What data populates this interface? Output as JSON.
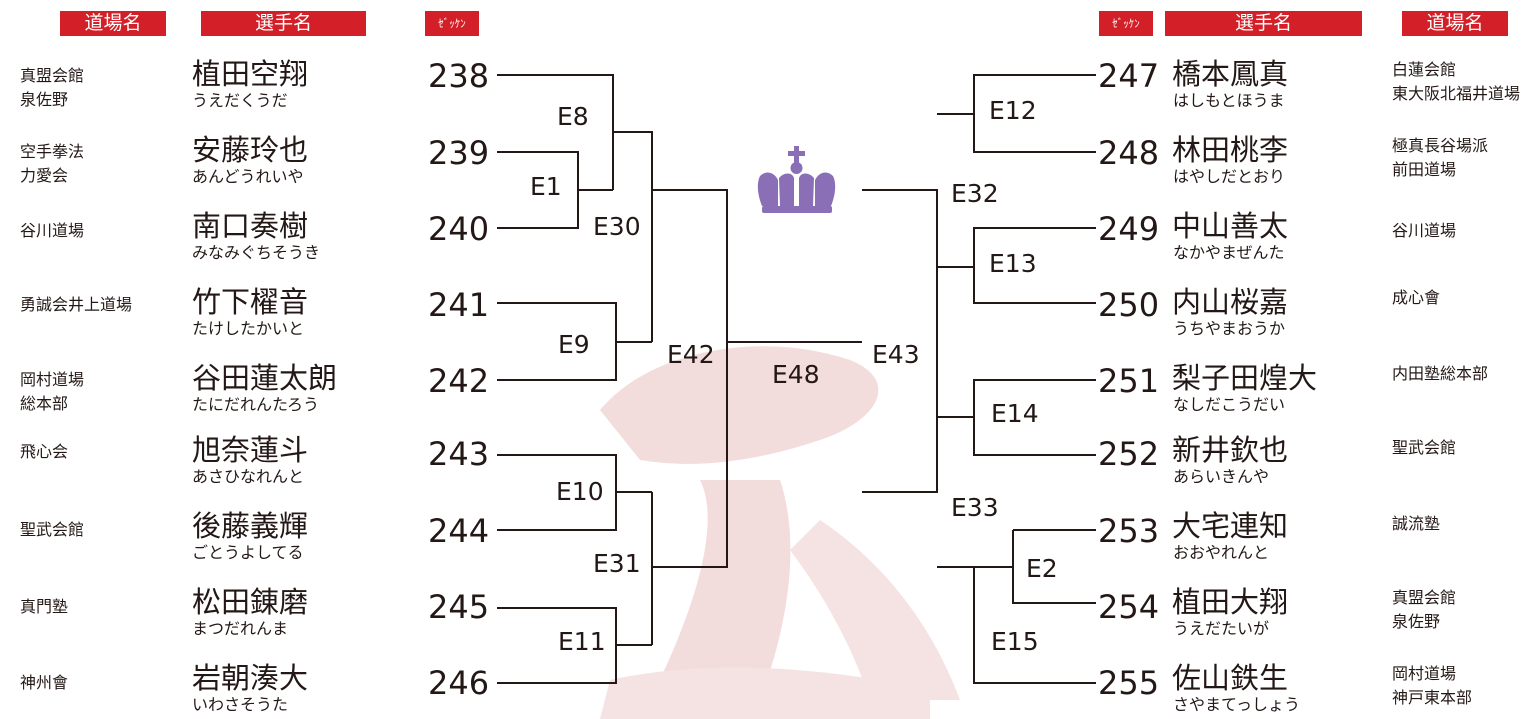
{
  "headers": {
    "left_dojo": "道場名",
    "left_player": "選手名",
    "left_zekken": "ｾﾞｯｹﾝ",
    "right_zekken": "ｾﾞｯｹﾝ",
    "right_player": "選手名",
    "right_dojo": "道場名"
  },
  "left": [
    {
      "dojo": "真盟会館\n泉佐野",
      "name": "植田空翔",
      "kana": "うえだくうだ",
      "num": "238"
    },
    {
      "dojo": "空手拳法\n力愛会",
      "name": "安藤玲也",
      "kana": "あんどうれいや",
      "num": "239"
    },
    {
      "dojo": "谷川道場",
      "name": "南口奏樹",
      "kana": "みなみぐちそうき",
      "num": "240"
    },
    {
      "dojo": "勇誠会井上道場",
      "name": "竹下櫂音",
      "kana": "たけしたかいと",
      "num": "241"
    },
    {
      "dojo": "岡村道場\n総本部",
      "name": "谷田蓮太朗",
      "kana": "たにだれんたろう",
      "num": "242"
    },
    {
      "dojo": "飛心会",
      "name": "旭奈蓮斗",
      "kana": "あさひなれんと",
      "num": "243"
    },
    {
      "dojo": "聖武会館",
      "name": "後藤義輝",
      "kana": "ごとうよしてる",
      "num": "244"
    },
    {
      "dojo": "真門塾",
      "name": "松田錬磨",
      "kana": "まつだれんま",
      "num": "245"
    },
    {
      "dojo": "神州會",
      "name": "岩朝湊大",
      "kana": "いわさそうた",
      "num": "246"
    }
  ],
  "right": [
    {
      "dojo": "白蓮会館\n東大阪北福井道場",
      "name": "橋本鳳真",
      "kana": "はしもとほうま",
      "num": "247"
    },
    {
      "dojo": "極真長谷場派\n前田道場",
      "name": "林田桃李",
      "kana": "はやしだとおり",
      "num": "248"
    },
    {
      "dojo": "谷川道場",
      "name": "中山善太",
      "kana": "なかやまぜんた",
      "num": "249"
    },
    {
      "dojo": "成心會",
      "name": "内山桜嘉",
      "kana": "うちやまおうか",
      "num": "250"
    },
    {
      "dojo": "内田塾総本部",
      "name": "梨子田煌大",
      "kana": "なしだこうだい",
      "num": "251"
    },
    {
      "dojo": "聖武会館",
      "name": "新井欽也",
      "kana": "あらいきんや",
      "num": "252"
    },
    {
      "dojo": "誠流塾",
      "name": "大宅連知",
      "kana": "おおやれんと",
      "num": "253"
    },
    {
      "dojo": "真盟会館\n泉佐野",
      "name": "植田大翔",
      "kana": "うえだたいが",
      "num": "254"
    },
    {
      "dojo": "岡村道場\n神戸東本部",
      "name": "佐山鉄生",
      "kana": "さやまてっしょう",
      "num": "255"
    }
  ],
  "matches": {
    "e1": "E1",
    "e8": "E8",
    "e9": "E9",
    "e30": "E30",
    "e10": "E10",
    "e11": "E11",
    "e31": "E31",
    "e42": "E42",
    "e48": "E48",
    "e43": "E43",
    "e12": "E12",
    "e13": "E13",
    "e32": "E32",
    "e14": "E14",
    "e2": "E2",
    "e15": "E15",
    "e33": "E33"
  },
  "colors": {
    "header_red": "#d32028",
    "crown": "#8a6fb7",
    "watermark": "#f3dcdc",
    "line": "#231815"
  },
  "icons": {
    "crown": "crown-icon",
    "watermark": "calligraphy-watermark"
  }
}
